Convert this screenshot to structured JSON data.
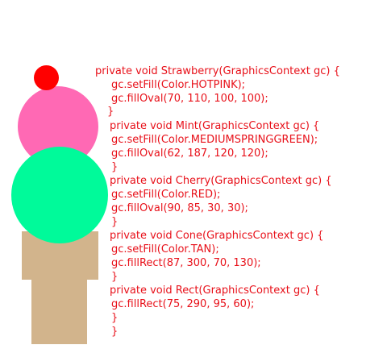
{
  "colors": {
    "background": "#ffffff",
    "strawberry": "#ff69b4",
    "mint": "#00fa9a",
    "cherry": "#ff0000",
    "cone": "#d2b48c",
    "code_text": "#e8111a"
  },
  "code": {
    "lines": [
      "private void Strawberry(GraphicsContext gc) {",
      "gc.setFill(Color.HOTPINK);",
      "gc.fillOval(70, 110, 100, 100);",
      "}",
      "private void Mint(GraphicsContext gc) {",
      "gc.setFill(Color.MEDIUMSPRINGGREEN);",
      "gc.fillOval(62, 187, 120, 120);",
      "}",
      "private void Cherry(GraphicsContext gc) {",
      "gc.setFill(Color.RED);",
      "gc.fillOval(90, 85, 30, 30);",
      "}",
      "private void Cone(GraphicsContext gc) {",
      "gc.setFill(Color.TAN);",
      "gc.fillRect(87, 300, 70, 130);",
      "}",
      "private void Rect(GraphicsContext gc) {",
      "gc.fillRect(75, 290, 95, 60);",
      "}",
      "}"
    ]
  }
}
